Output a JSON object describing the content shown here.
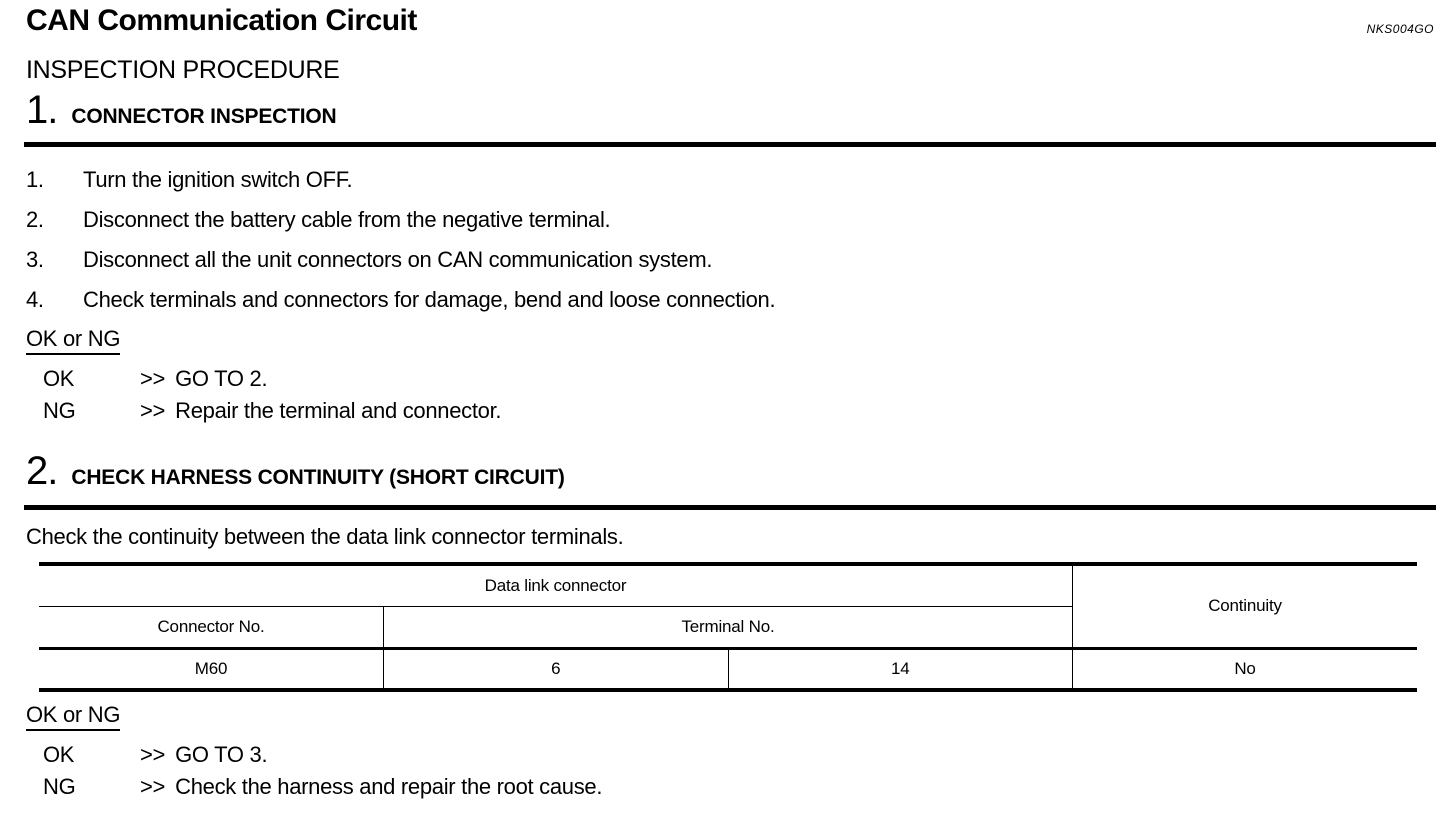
{
  "page": {
    "title": "CAN Communication Circuit",
    "doc_code": "NKS004GO",
    "subtitle": "INSPECTION PROCEDURE"
  },
  "step1": {
    "number": "1.",
    "heading": "CONNECTOR INSPECTION",
    "items": [
      {
        "num": "1.",
        "text": "Turn the ignition switch OFF."
      },
      {
        "num": "2.",
        "text": "Disconnect the battery cable from the negative terminal."
      },
      {
        "num": "3.",
        "text": "Disconnect all the unit connectors on CAN communication system."
      },
      {
        "num": "4.",
        "text": "Check terminals and connectors for damage, bend and loose connection."
      }
    ],
    "ok_or_ng_label": "OK or NG",
    "results": [
      {
        "label": "OK",
        "arrow": ">>",
        "text": "GO TO 2."
      },
      {
        "label": "NG",
        "arrow": ">>",
        "text": "Repair the terminal and connector."
      }
    ]
  },
  "step2": {
    "number": "2.",
    "heading": "CHECK HARNESS CONTINUITY (SHORT CIRCUIT)",
    "intro": "Check the continuity between the data link connector terminals.",
    "table": {
      "group_header": "Data link connector",
      "continuity_header": "Continuity",
      "connector_header": "Connector No.",
      "terminal_header": "Terminal No.",
      "row": {
        "connector_no": "M60",
        "terminal_1": "6",
        "terminal_2": "14",
        "continuity": "No"
      }
    },
    "ok_or_ng_label": "OK or NG",
    "results": [
      {
        "label": "OK",
        "arrow": ">>",
        "text": "GO TO 3."
      },
      {
        "label": "NG",
        "arrow": ">>",
        "text": "Check the harness and repair the root cause."
      }
    ]
  }
}
